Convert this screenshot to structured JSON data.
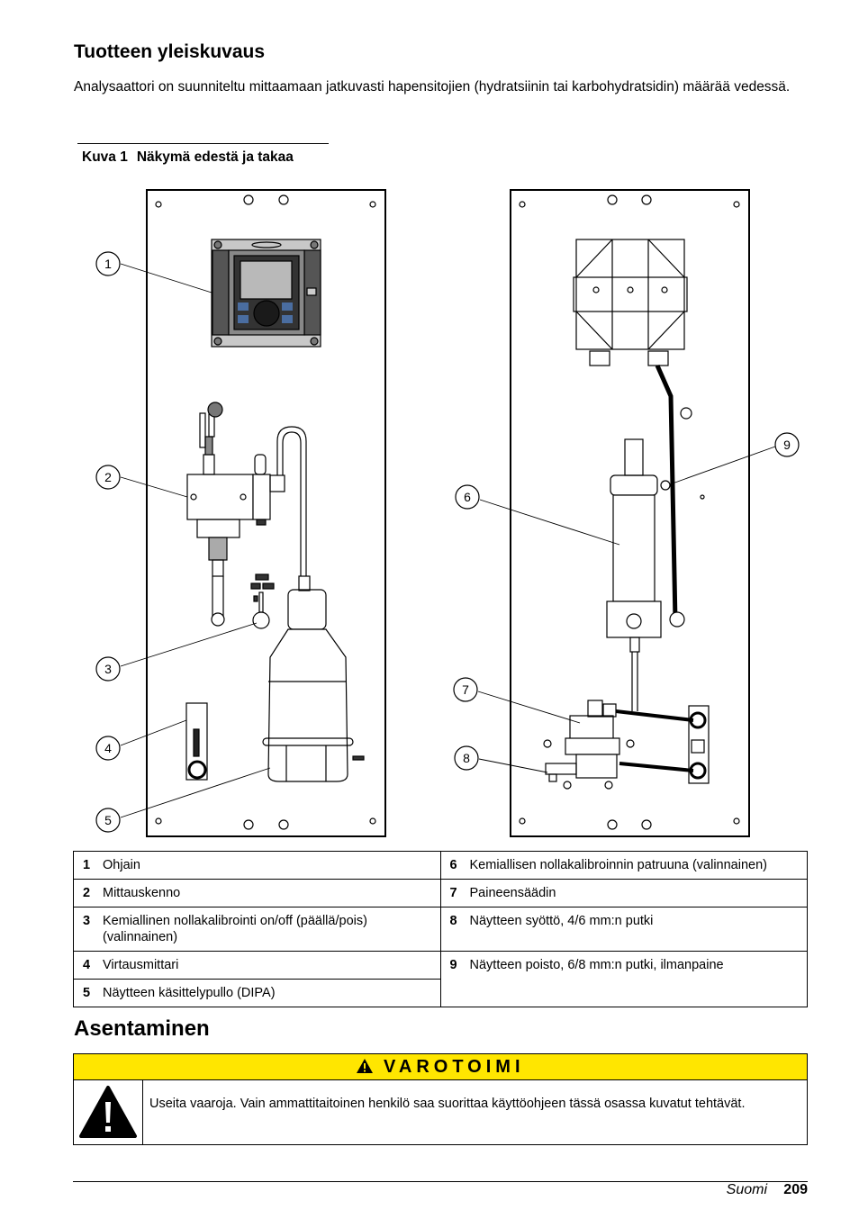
{
  "section1": {
    "title": "Tuotteen yleiskuvaus",
    "intro": "Analysaattori on suunniteltu mittaamaan jatkuvasti hapensitojien (hydratsiinin tai karbohydratsidin) määrää vedessä."
  },
  "figure": {
    "label": "Kuva 1",
    "caption": "Näkymä edestä ja takaa",
    "callouts": [
      "1",
      "2",
      "3",
      "4",
      "5",
      "6",
      "7",
      "8",
      "9"
    ]
  },
  "legend": [
    {
      "n": "1",
      "text": "Ohjain"
    },
    {
      "n": "2",
      "text": "Mittauskenno"
    },
    {
      "n": "3",
      "text": "Kemiallinen nollakalibrointi on/off (päällä/pois) (valinnainen)"
    },
    {
      "n": "4",
      "text": "Virtausmittari"
    },
    {
      "n": "5",
      "text": "Näytteen käsittelypullo (DIPA)"
    },
    {
      "n": "6",
      "text": "Kemiallisen nollakalibroinnin patruuna (valinnainen)"
    },
    {
      "n": "7",
      "text": "Paineensäädin"
    },
    {
      "n": "8",
      "text": "Näytteen syöttö, 4/6 mm:n putki"
    },
    {
      "n": "9",
      "text": "Näytteen poisto, 6/8 mm:n putki, ilmanpaine"
    }
  ],
  "section2": {
    "title": "Asentaminen"
  },
  "warning": {
    "heading": "VAROTOIMI",
    "text": "Useita vaaroja. Vain ammattitaitoinen henkilö saa suorittaa käyttöohjeen tässä osassa kuvatut tehtävät.",
    "header_color": "#ffe600"
  },
  "footer": {
    "language": "Suomi",
    "page": "209"
  }
}
